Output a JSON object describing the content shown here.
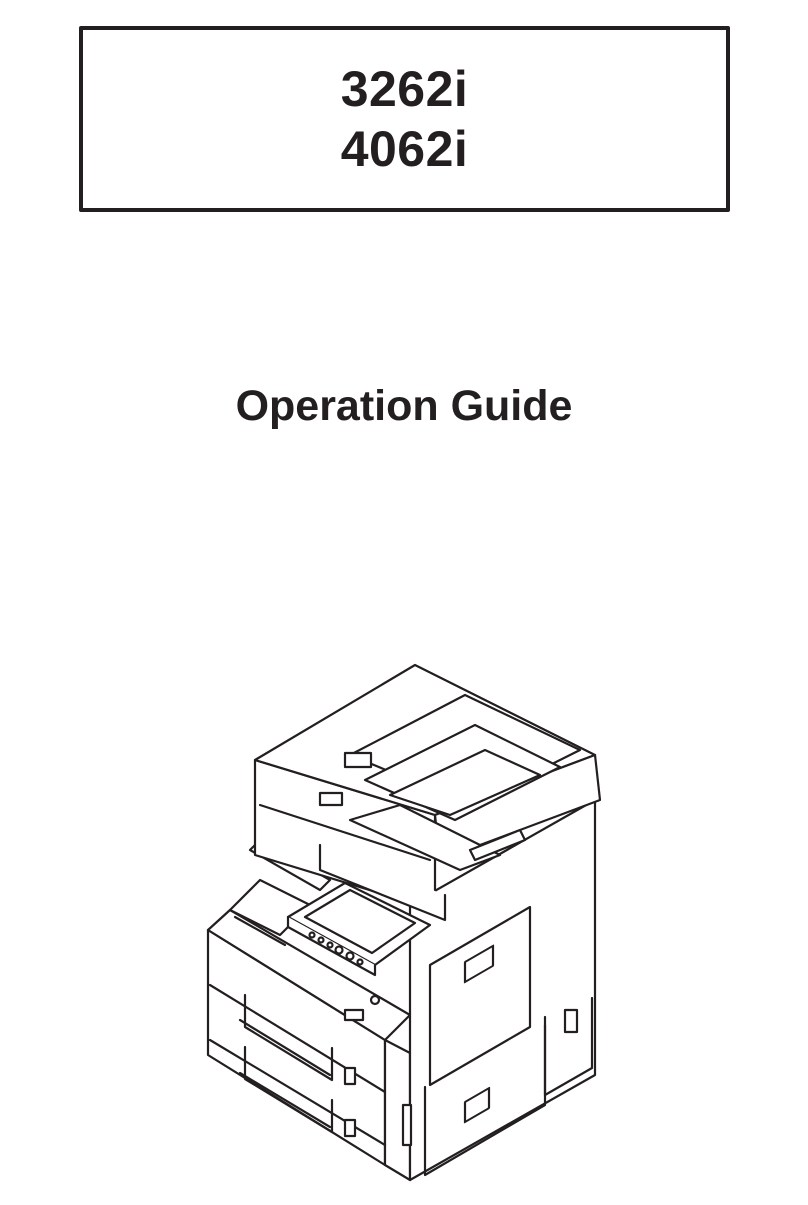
{
  "cover": {
    "models": [
      "3262i",
      "4062i"
    ],
    "title": "Operation Guide"
  },
  "illustration": {
    "icon": "multifunction-printer-icon"
  }
}
